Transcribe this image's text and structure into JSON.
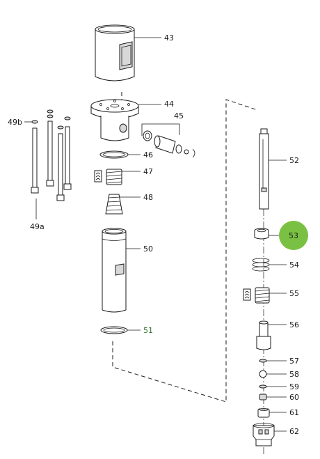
{
  "colors": {
    "line": "#1a1a1a",
    "highlight_fill": "#7ac143",
    "highlight_text": "#1a1a1a",
    "label_51_text": "#2f6e2a"
  },
  "labels": {
    "p43": "43",
    "p44": "44",
    "p45": "45",
    "p46": "46",
    "p47": "47",
    "p48": "48",
    "p49a": "49a",
    "p49b": "49b",
    "p50": "50",
    "p51": "51",
    "p52": "52",
    "p53": "53",
    "p54": "54",
    "p55": "55",
    "p56": "56",
    "p57": "57",
    "p58": "58",
    "p59": "59",
    "p60": "60",
    "p61": "61",
    "p62": "62"
  },
  "highlighted_part": "53"
}
